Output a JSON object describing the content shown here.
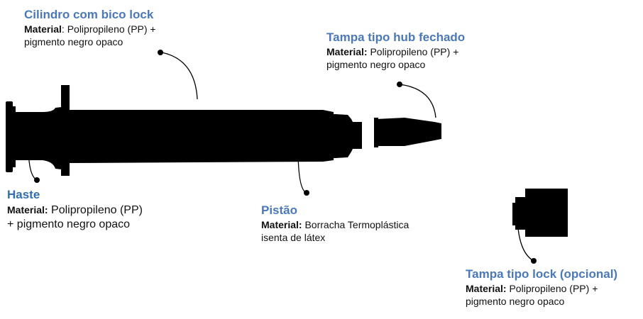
{
  "diagram": {
    "cilindro": {
      "title": "Cilindro com bico lock",
      "material_label": "Material",
      "material_text": ": Polipropileno (PP) +",
      "material_text2": "pigmento negro opaco"
    },
    "tampa_hub": {
      "title": "Tampa tipo hub fechado",
      "material_label": "Material:",
      "material_text": " Polipropileno (PP) +",
      "material_text2": "pigmento negro opaco"
    },
    "haste": {
      "title": "Haste",
      "material_label": "Material:",
      "material_text": " Polipropileno (PP)",
      "material_text2": "+ pigmento negro opaco"
    },
    "pistao": {
      "title": "Pistão",
      "material_label": "Material:",
      "material_text": " Borracha Termoplástica",
      "material_text2": "isenta de látex"
    },
    "tampa_lock": {
      "title": "Tampa tipo lock (opcional)",
      "material_label": "Material:",
      "material_text": " Polipropileno (PP) +",
      "material_text2": "pigmento negro opaco"
    },
    "colors": {
      "title_blue": "#4a78b8",
      "part_black": "#000000"
    }
  }
}
